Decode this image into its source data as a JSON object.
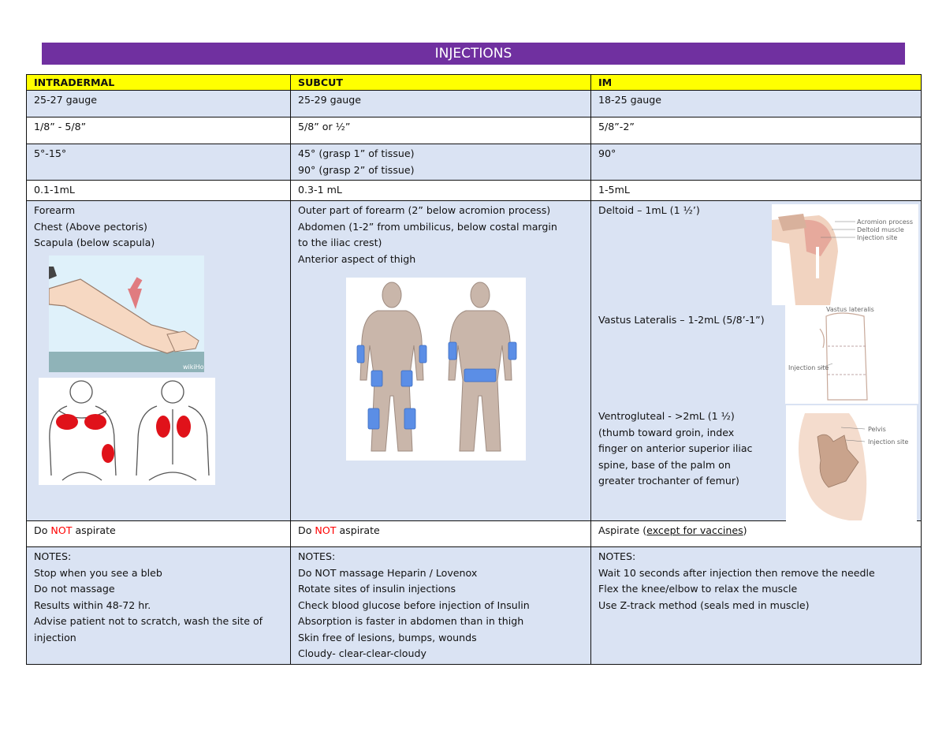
{
  "title": "INJECTIONS",
  "headers": [
    "INTRADERMAL",
    "SUBCUT",
    "IM"
  ],
  "gauge": [
    "25-27 gauge",
    "25-29 gauge",
    "18-25 gauge"
  ],
  "length": [
    "1/8” - 5/8”",
    "5/8” or ½”",
    "5/8”-2”"
  ],
  "angle": {
    "intradermal": "5°-15°",
    "subcut": [
      "45° (grasp 1” of tissue)",
      "90° (grasp 2” of tissue)"
    ],
    "im": "90°"
  },
  "volume": [
    "0.1-1mL",
    "0.3-1 mL",
    "1-5mL"
  ],
  "sites": {
    "intradermal": [
      "Forearm",
      "Chest (Above pectoris)",
      "Scapula (below scapula)"
    ],
    "subcut": [
      "Outer part of forearm (2” below acromion process)",
      "Abdomen (1-2” from umbilicus, below costal margin",
      "to the iliac crest)",
      "Anterior aspect of thigh"
    ],
    "im_deltoid": "Deltoid – 1mL (1 ½’)",
    "im_vastus": "Vastus Lateralis – 1-2mL (5/8’-1”)",
    "im_ventro": [
      "Ventrogluteal - >2mL (1 ½)",
      "(thumb toward groin, index",
      "finger on anterior superior iliac",
      "spine, base of the palm on",
      "greater trochanter of femur)"
    ]
  },
  "figure_labels": {
    "deltoid": [
      "Acromion process",
      "Deltoid muscle",
      "Injection site"
    ],
    "vastus": [
      "Vastus lateralis",
      "Injection site"
    ],
    "ventro": [
      "Pelvis",
      "Injection site"
    ],
    "forearm_watermark": "wikiHow"
  },
  "aspirate": {
    "do": "Do ",
    "not": "NOT",
    "aspirate_word": " aspirate",
    "im_prefix": "Aspirate (",
    "im_underlined": "except for vaccines",
    "im_suffix": ")"
  },
  "notes": {
    "label": "NOTES:",
    "intradermal": [
      "Stop when you see a bleb",
      "Do not massage",
      "Results within 48-72 hr.",
      "Advise patient not to scratch, wash the site of",
      "injection"
    ],
    "subcut": [
      "Do NOT massage Heparin / Lovenox",
      "Rotate sites of insulin injections",
      "Check blood glucose before injection of Insulin",
      "Absorption is faster in abdomen than in thigh",
      "Skin free of lesions, bumps, wounds",
      "Cloudy- clear-clear-cloudy"
    ],
    "im": [
      "Wait 10 seconds after injection then remove the needle",
      "Flex the knee/elbow to relax the muscle",
      "Use Z-track method (seals med in muscle)"
    ]
  },
  "colors": {
    "title_bg": "#7030a0",
    "header_bg": "#ffff00",
    "row_shade": "#dae3f3",
    "emphasis": "#ff0000",
    "site_mark": "#5b8ee6",
    "chest_mark": "#e0121a"
  }
}
